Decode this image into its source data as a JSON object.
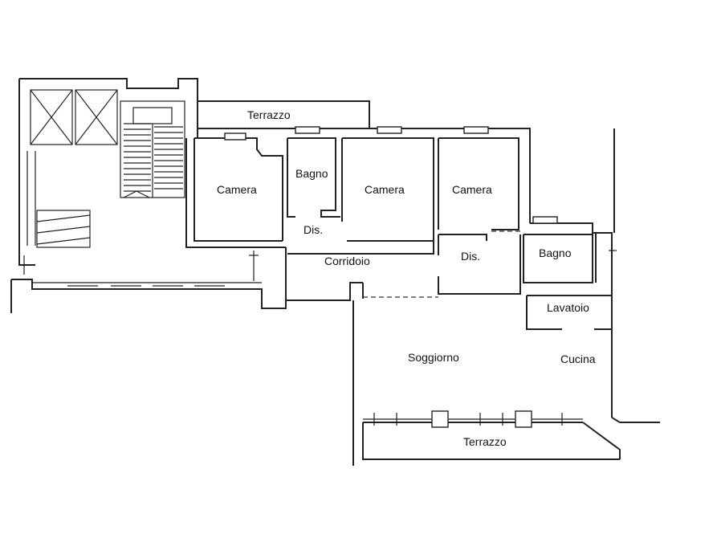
{
  "labels": {
    "terrazzo_top": "Terrazzo",
    "camera_1": "Camera",
    "bagno_1": "Bagno",
    "camera_2": "Camera",
    "camera_3": "Camera",
    "dis_1": "Dis.",
    "corridoio": "Corridoio",
    "dis_2": "Dis.",
    "bagno_2": "Bagno",
    "lavatoio": "Lavatoio",
    "soggiorno": "Soggiorno",
    "cucina": "Cucina",
    "terrazzo_bottom": "Terrazzo"
  },
  "colors": {
    "line": "#222222",
    "background": "#ffffff"
  }
}
